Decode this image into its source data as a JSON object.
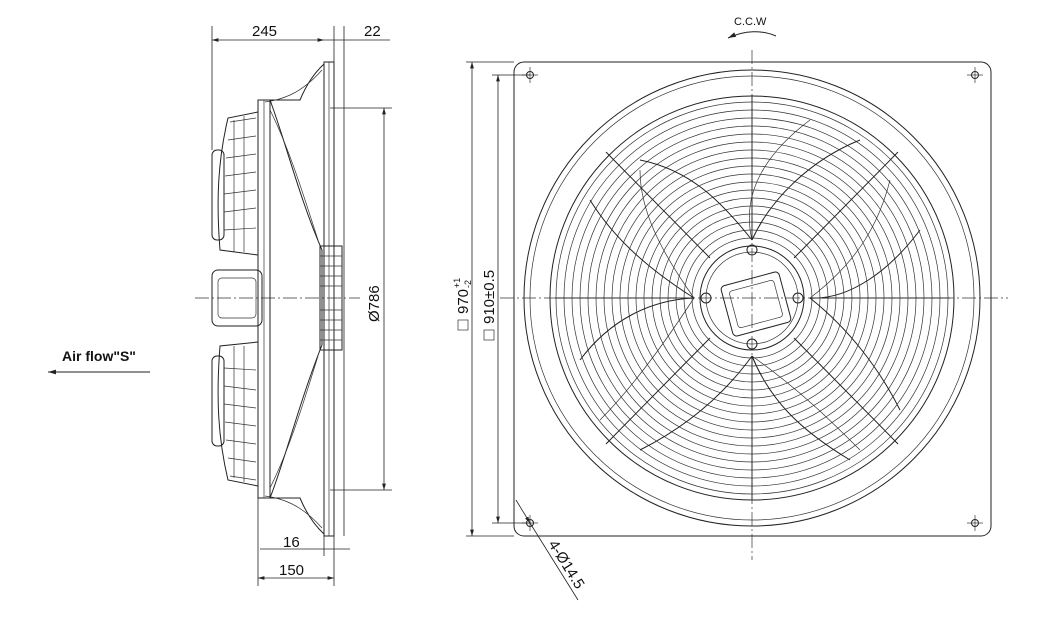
{
  "side_view": {
    "dim_depth": "245",
    "dim_flange": "22",
    "dim_diameter": "Ø786",
    "dim_bottom_small": "16",
    "dim_bottom": "150",
    "airflow_label": "Air flow\"S\""
  },
  "front_view": {
    "rotation_label": "C.C.W",
    "dim_outer_main": "970",
    "dim_outer_sup": "+1",
    "dim_outer_sub": "-2",
    "dim_hole_spacing": "910±0.5",
    "dim_mount_holes": "4-Ø14.5"
  },
  "colors": {
    "line": "#222222",
    "background": "#ffffff"
  }
}
